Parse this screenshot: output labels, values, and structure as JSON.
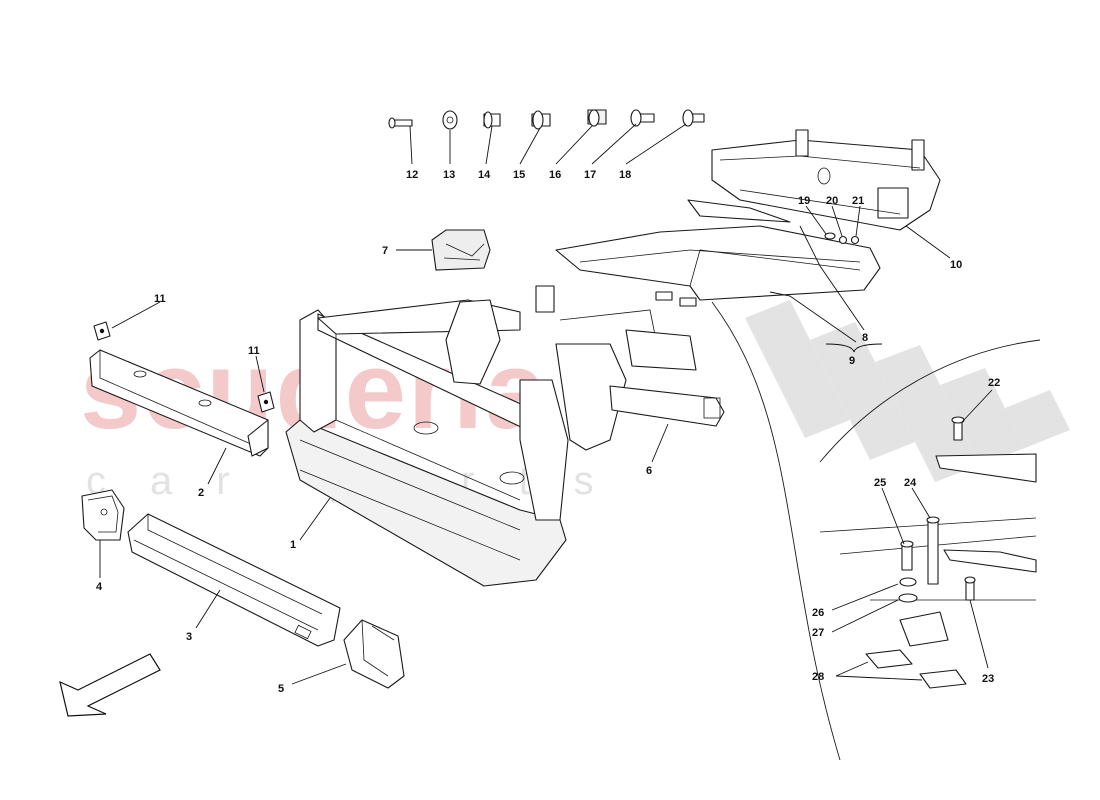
{
  "watermark": {
    "brand": "scuderia",
    "subtitle": "car parts",
    "brand_color": "#f4c9c9"
  },
  "callouts": {
    "c1": "1",
    "c2": "2",
    "c3": "3",
    "c4": "4",
    "c5": "5",
    "c6": "6",
    "c7": "7",
    "c8": "8",
    "c9": "9",
    "c10": "10",
    "c11a": "11",
    "c11b": "11",
    "c12": "12",
    "c13": "13",
    "c14": "14",
    "c15": "15",
    "c16": "16",
    "c17": "17",
    "c18": "18",
    "c19": "19",
    "c20": "20",
    "c21": "21",
    "c22": "22",
    "c23": "23",
    "c24": "24",
    "c25": "25",
    "c26": "26",
    "c27": "27",
    "c28": "28"
  },
  "icons": {
    "direction": "front-direction-arrow-icon"
  }
}
